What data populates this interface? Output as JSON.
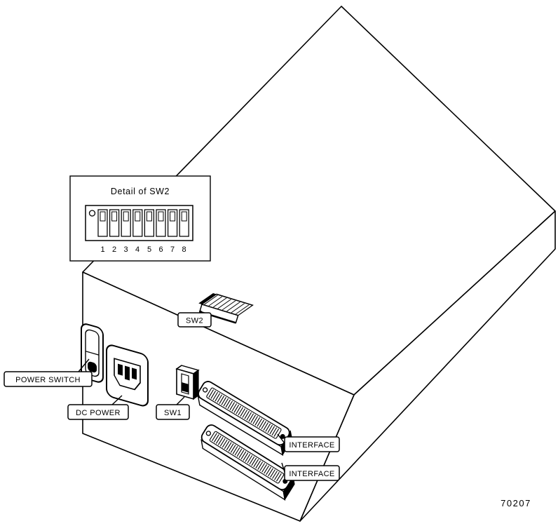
{
  "figure": {
    "id_number": "70207"
  },
  "inset": {
    "title": "Detail of SW2",
    "numbers": [
      "1",
      "2",
      "3",
      "4",
      "5",
      "6",
      "7",
      "8"
    ]
  },
  "callouts": {
    "power_switch": "POWER SWITCH",
    "dc_power": "DC POWER",
    "sw1": "SW1",
    "sw2": "SW2",
    "interface_top": "INTERFACE",
    "interface_bottom": "INTERFACE"
  },
  "colors": {
    "line": "#000000",
    "background": "#ffffff"
  }
}
